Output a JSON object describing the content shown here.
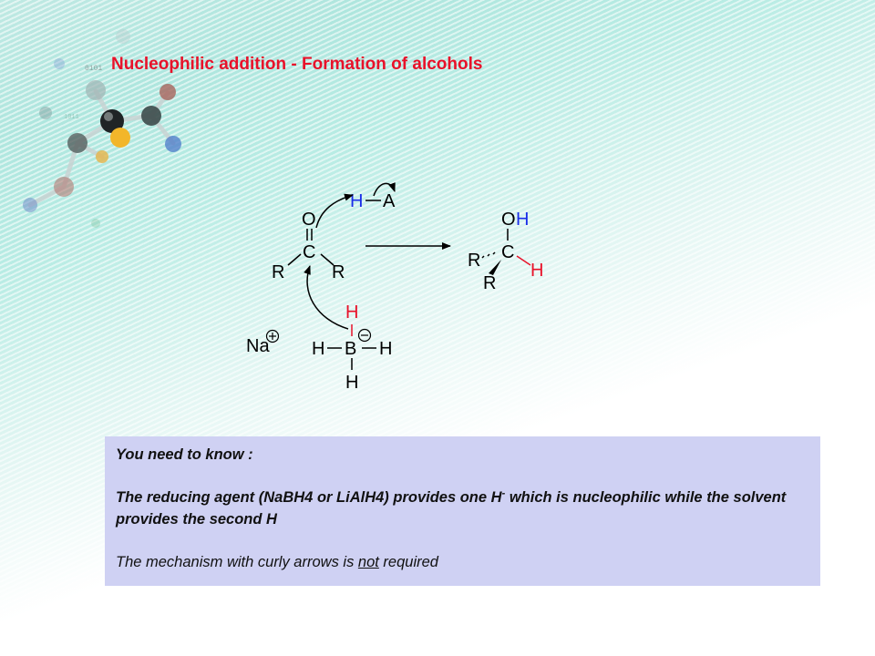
{
  "title": "Nucleophilic addition -  Formation of alcohols",
  "scheme": {
    "carbonyl": {
      "o": "O",
      "c": "C",
      "r_left": "R",
      "r_right": "R"
    },
    "acid": {
      "h": "H",
      "a": "A"
    },
    "borohydride": {
      "na": "Na",
      "h_top": "H",
      "h_left": "H",
      "b": "B",
      "h_right": "H",
      "h_bottom": "H"
    },
    "product": {
      "o": "O",
      "h_o": "H",
      "c": "C",
      "r_left": "R",
      "r_bottom": "R",
      "h_right": "H"
    },
    "colors": {
      "red": "#e8122a",
      "blue": "#1a2ee8",
      "black": "#000000"
    }
  },
  "note": {
    "heading": "You need to know :",
    "line1_a": "The reducing agent  (NaBH4 or LiAlH4) provides one H",
    "line1_sup": "-",
    "line1_b": " which is nucleophilic while the solvent provides the second H",
    "line2_a": "The mechanism with curly arrows is ",
    "line2_u": "not",
    "line2_b": " required"
  }
}
